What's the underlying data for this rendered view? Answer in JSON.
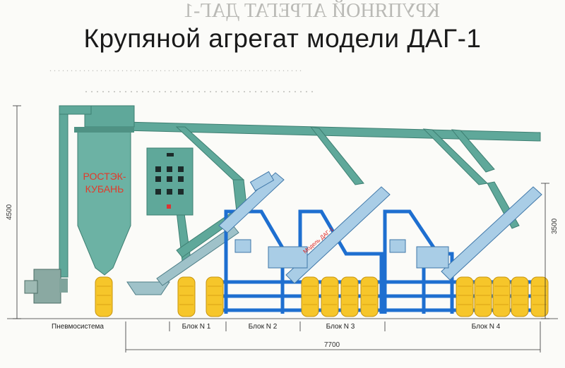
{
  "title": "Крупяной агрегат модели ДАГ-1",
  "brand": {
    "line1": "РОСТЭК-",
    "line2": "КУБАНЬ"
  },
  "model_label": "Модель ДАГ-1",
  "blocks": [
    "Пневмосистема",
    "Блок N 1",
    "Блок N 2",
    "Блок N 3",
    "Блок N 4"
  ],
  "dimensions": {
    "height_left": "4500",
    "height_right": "3500",
    "length": "7700"
  },
  "colors": {
    "frame": "#1e6fd0",
    "pipe": "#5fa89a",
    "bag": "#f6c62a",
    "dimension": "#333333"
  }
}
